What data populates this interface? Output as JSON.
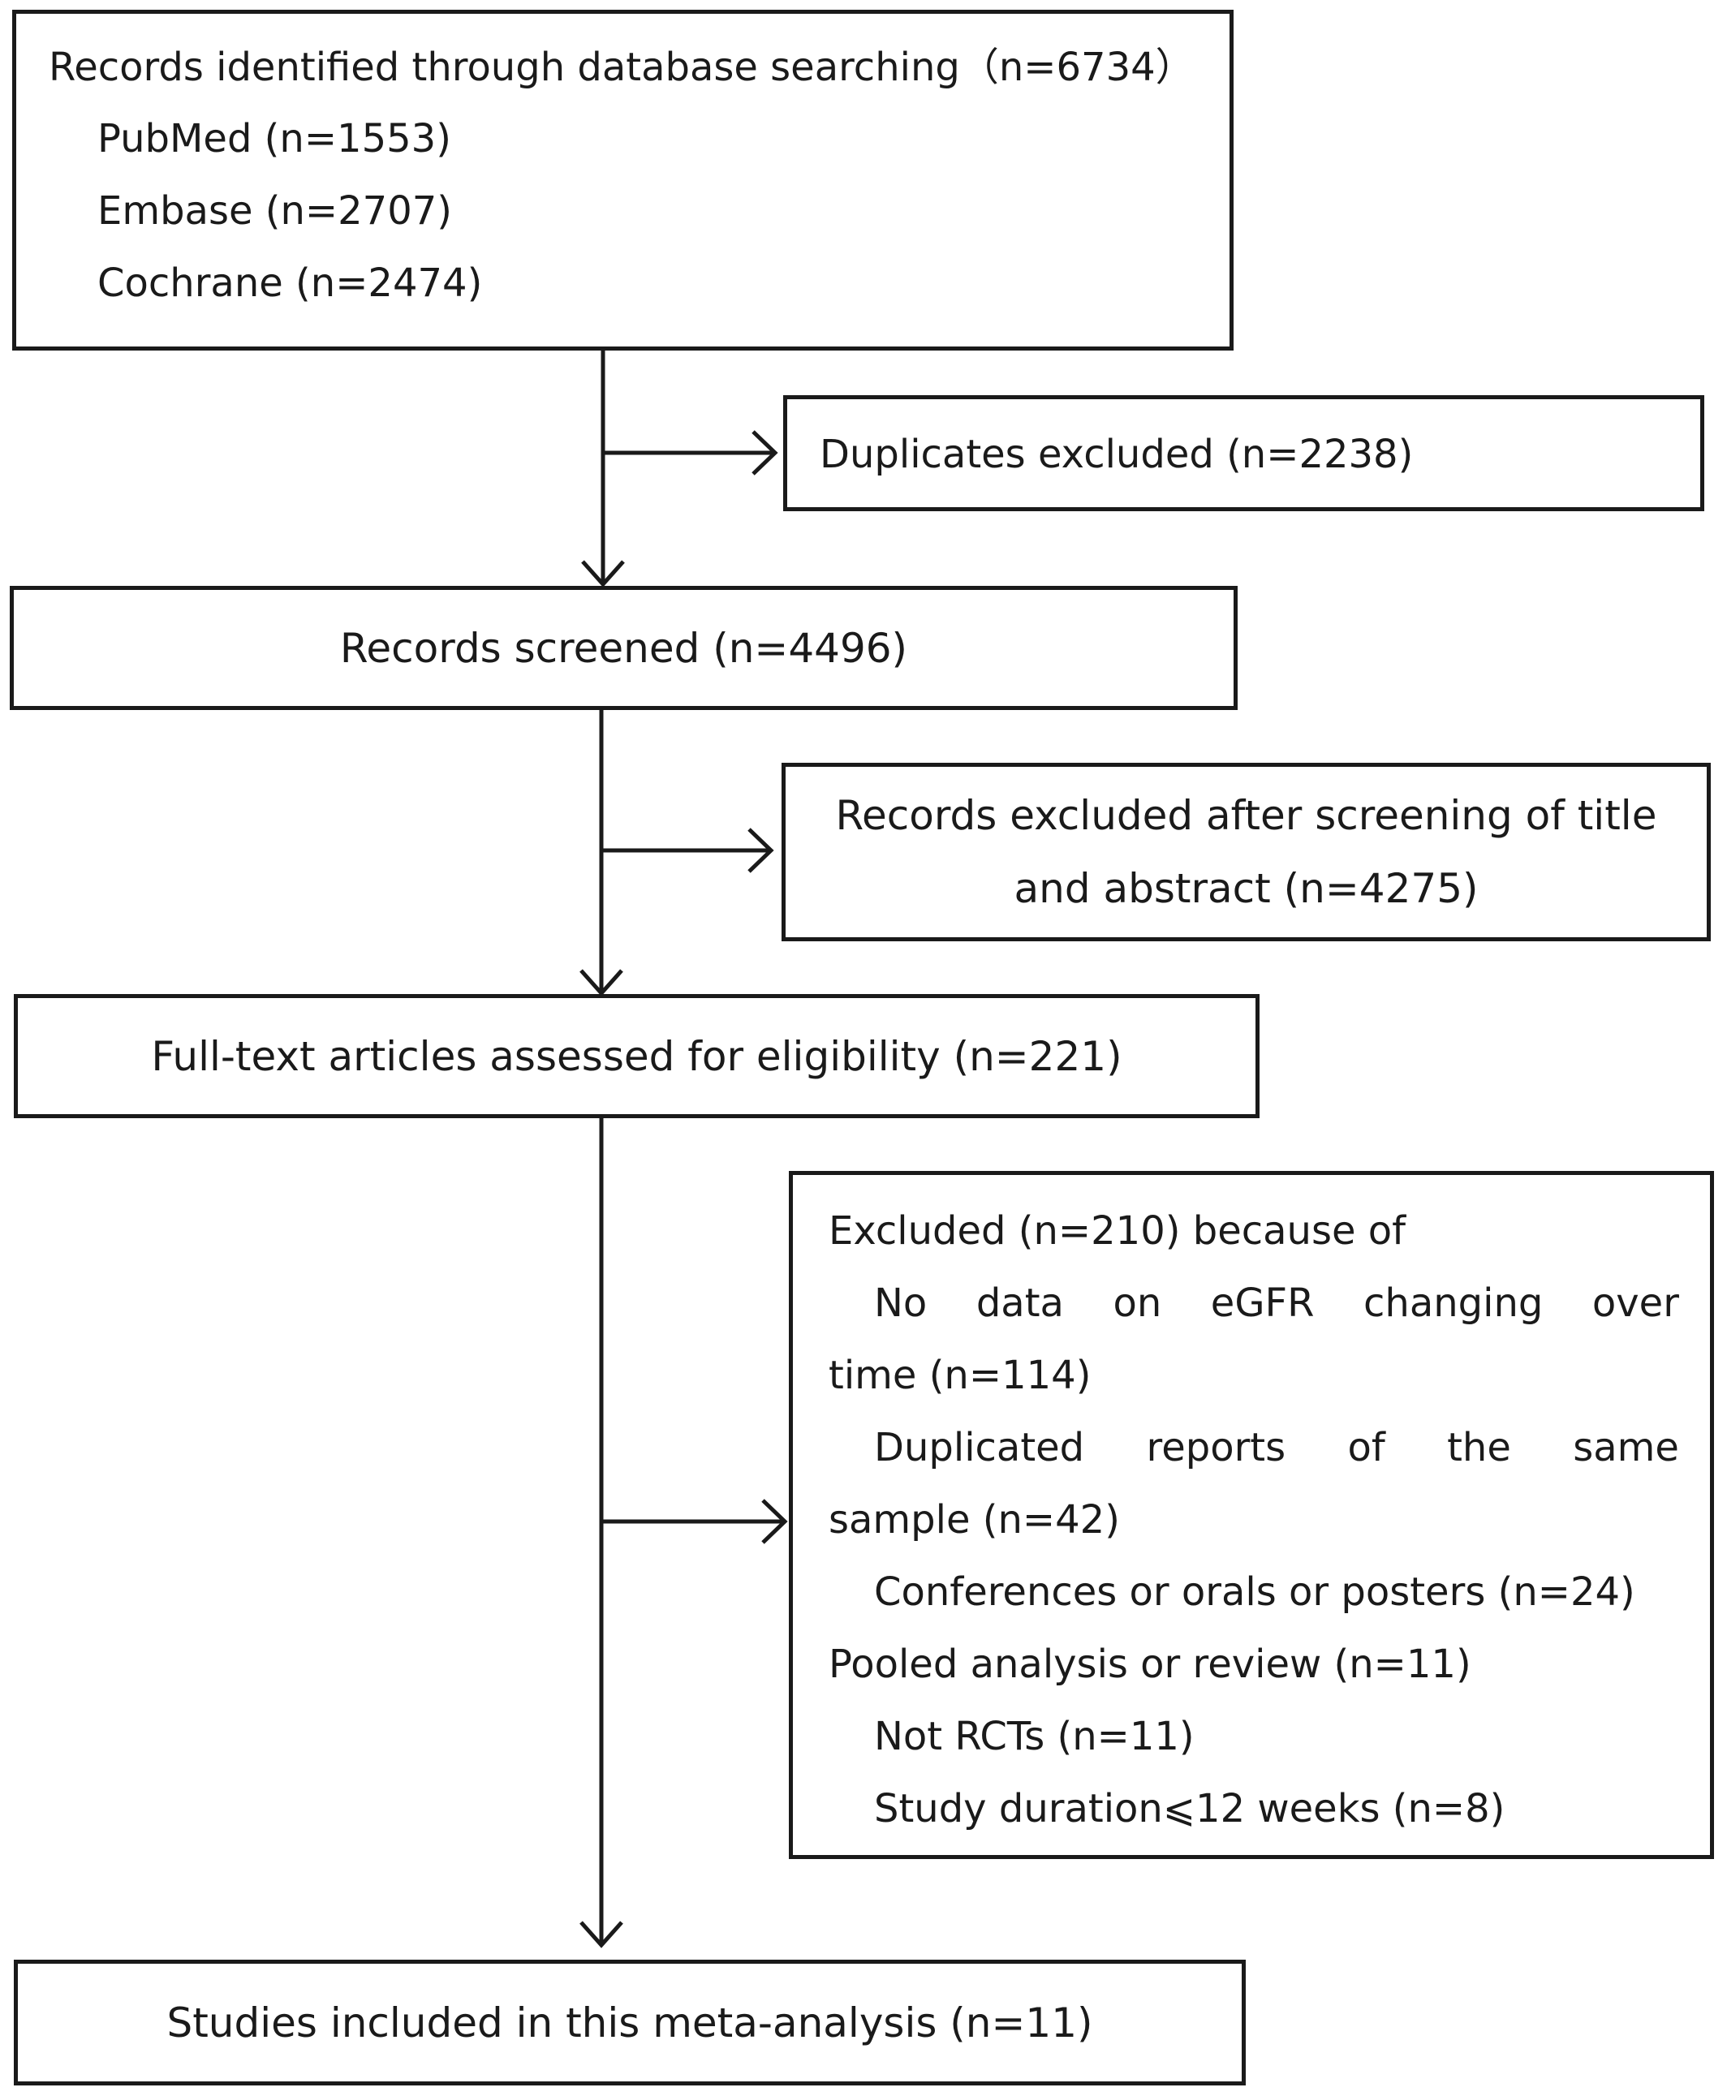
{
  "identification": {
    "title": "Records identified through database searching（n=6734）",
    "sources": [
      "PubMed (n=1553)",
      "Embase (n=2707)",
      "Cochrane (n=2474)"
    ]
  },
  "duplicates": {
    "label": "Duplicates excluded (n=2238)"
  },
  "screened": {
    "label": "Records screened (n=4496)"
  },
  "screen_excluded": {
    "line1": "Records excluded after screening of title",
    "line2": "and abstract (n=4275)"
  },
  "fulltext": {
    "label": "Full-text articles assessed for eligibility (n=221)"
  },
  "fulltext_excluded": {
    "heading": "Excluded (n=210) because of",
    "reason1_words": [
      "No",
      "data",
      "on",
      "eGFR",
      "changing",
      "over"
    ],
    "reason1_tail": "time (n=114)",
    "reason2_words": [
      "Duplicated",
      "reports",
      "of",
      "the",
      "same"
    ],
    "reason2_tail": "sample (n=42)",
    "reason3": "Conferences or orals or posters (n=24)",
    "reason4": "Pooled analysis or review (n=11)",
    "reason5": "Not RCTs (n=11)",
    "reason6": "Study duration⩽12 weeks (n=8)"
  },
  "included": {
    "label": "Studies included in this meta-analysis (n=11)"
  }
}
